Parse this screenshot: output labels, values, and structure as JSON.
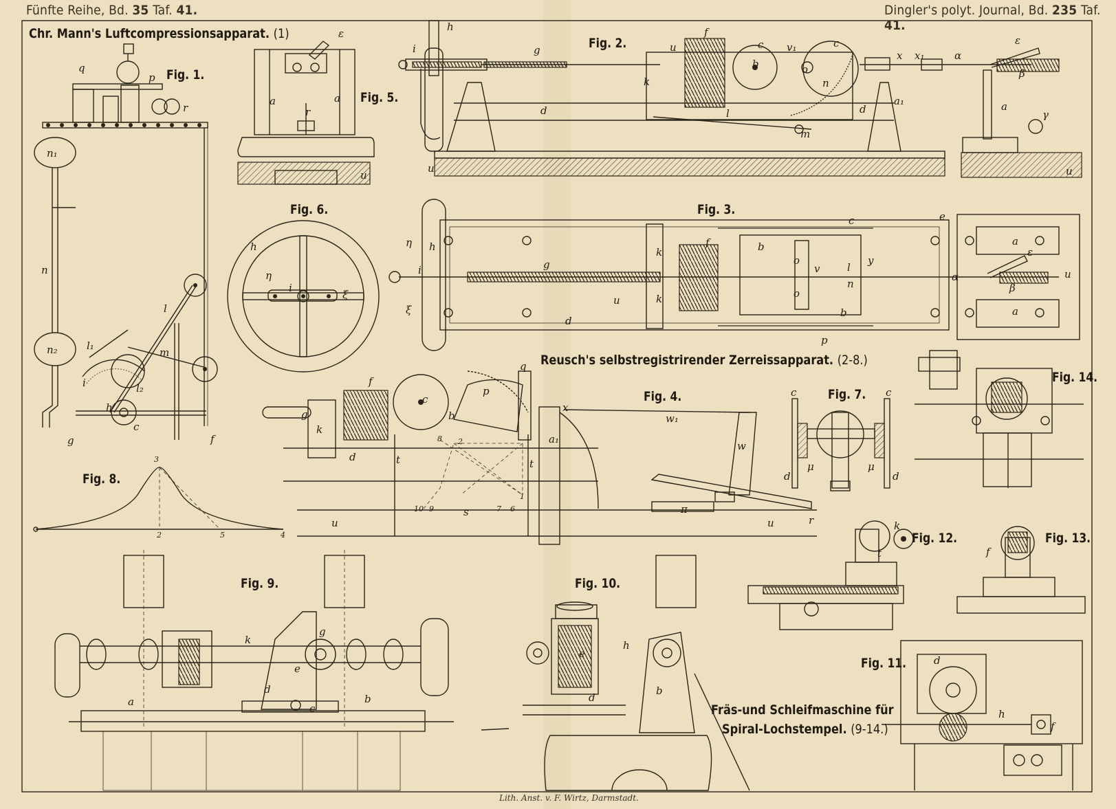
{
  "header": {
    "left_series": "Fünfte Reihe, Bd.",
    "left_volume": "35",
    "left_plate_word": "Taf.",
    "left_plate": "41.",
    "right_journal": "Dingler's polyt. Journal, Bd.",
    "right_volume": "235",
    "right_plate_word": "Taf.",
    "right_plate": "41."
  },
  "titles": {
    "mann_title": "Chr. Mann's Luftcompressionsapparat.",
    "mann_range": "(1)",
    "reusch_title": "Reusch's selbstregistrirender Zerreissapparat.",
    "reusch_range": "(2-8.)",
    "fraes_line1": "Fräs-und Schleifmaschine für",
    "fraes_line2": "Spiral-Lochstempel.",
    "fraes_range": "(9-14.)"
  },
  "figures": {
    "fig1": "Fig. 1.",
    "fig2": "Fig. 2.",
    "fig3": "Fig. 3.",
    "fig4": "Fig. 4.",
    "fig5": "Fig. 5.",
    "fig6": "Fig. 6.",
    "fig7": "Fig. 7.",
    "fig8": "Fig. 8.",
    "fig9": "Fig. 9.",
    "fig10": "Fig. 10.",
    "fig11": "Fig. 11.",
    "fig12": "Fig. 12.",
    "fig13": "Fig. 13.",
    "fig14": "Fig. 14."
  },
  "letters": {
    "f1_q": "q",
    "f1_p": "p",
    "f1_r": "r",
    "f1_n1": "n₁",
    "f1_n": "n",
    "f1_n2": "n₂",
    "f1_l": "l",
    "f1_l1": "l₁",
    "f1_l2": "l₂",
    "f1_m": "m",
    "f1_i": "i",
    "f1_h": "h",
    "f1_c": "c",
    "f1_g": "g",
    "f1_f": "f",
    "f5_e": "ε",
    "f5_a1": "a",
    "f5_a2": "a",
    "f5_r": "r",
    "f5_u": "u",
    "f2_h": "h",
    "f2_i": "i",
    "f2_g": "g",
    "f2_f": "f",
    "f2_u": "u",
    "f2_k": "k",
    "f2_c1": "c",
    "f2_v1": "v₁",
    "f2_c2": "c",
    "f2_b": "b",
    "f2_o": "o",
    "f2_n": "n",
    "f2_d1": "d",
    "f2_l": "l",
    "f2_d2": "d",
    "f2_a1": "a₁",
    "f2_m": "m",
    "f2_u2": "u",
    "f2_x": "x",
    "f2_x1": "x₁",
    "f2_alpha": "α",
    "f2_e": "ε",
    "f2_beta": "β",
    "f2_a": "a",
    "f2_gamma": "γ",
    "f2_u3": "u",
    "f6_h": "h",
    "f6_eta": "η",
    "f6_i": "i",
    "f6_xi": "ξ",
    "f3_eta": "η",
    "f3_h": "h",
    "f3_i": "i",
    "f3_xi": "ξ",
    "f3_g": "g",
    "f3_u": "u",
    "f3_d": "d",
    "f3_k1": "k",
    "f3_k2": "k",
    "f3_f": "f",
    "f3_b1": "b",
    "f3_o1": "o",
    "f3_o2": "o",
    "f3_v": "v",
    "f3_l": "l",
    "f3_n": "n",
    "f3_b2": "b",
    "f3_y": "y",
    "f3_c": "c",
    "f3_e": "e",
    "f3_p": "p",
    "f3_a1": "a",
    "f3_eps": "ε",
    "f3_beta": "β",
    "f3_a2": "a",
    "f3_u2": "u",
    "f3_alpha": "α",
    "f4_f": "f",
    "f4_c": "c",
    "f4_p": "p",
    "f4_q": "q",
    "f4_b": "b",
    "f4_g": "g",
    "f4_k": "k",
    "f4_d": "d",
    "f4_t1": "t",
    "f4_x": "x",
    "f4_a1": "a₁",
    "f4_w1": "w₁",
    "f4_w": "w",
    "f4_t2": "t",
    "f4_u1": "u",
    "f4_u2": "u",
    "f4_pi": "π",
    "f4_r": "r",
    "f4_s": "s",
    "f4_n2": "2",
    "f4_n8": "8",
    "f4_n1": "1",
    "f4_n7": "7",
    "f4_n6": "6",
    "f4_n10": "10",
    "f4_n9": "9",
    "f7_c1": "c",
    "f7_c2": "c",
    "f7_d1": "d",
    "f7_d2": "d",
    "f7_mu1": "μ",
    "f7_mu2": "μ",
    "f8_3": "3",
    "f8_2": "2",
    "f8_5": "5",
    "f8_4": "4",
    "f9_a": "a",
    "f9_k": "k",
    "f9_d": "d",
    "f9_c": "c",
    "f9_e": "e",
    "f9_b": "b",
    "f9_g": "g",
    "f10_e": "e",
    "f10_h": "h",
    "f10_d": "d",
    "f10_b": "b",
    "f11_d": "d",
    "f11_h": "h",
    "f11_f": "f",
    "f12_k": "k",
    "f12_t": "t",
    "f13_f": "f"
  },
  "footer": {
    "lithographer": "Lith. Anst. v. F. Wirtz, Darmstadt."
  }
}
